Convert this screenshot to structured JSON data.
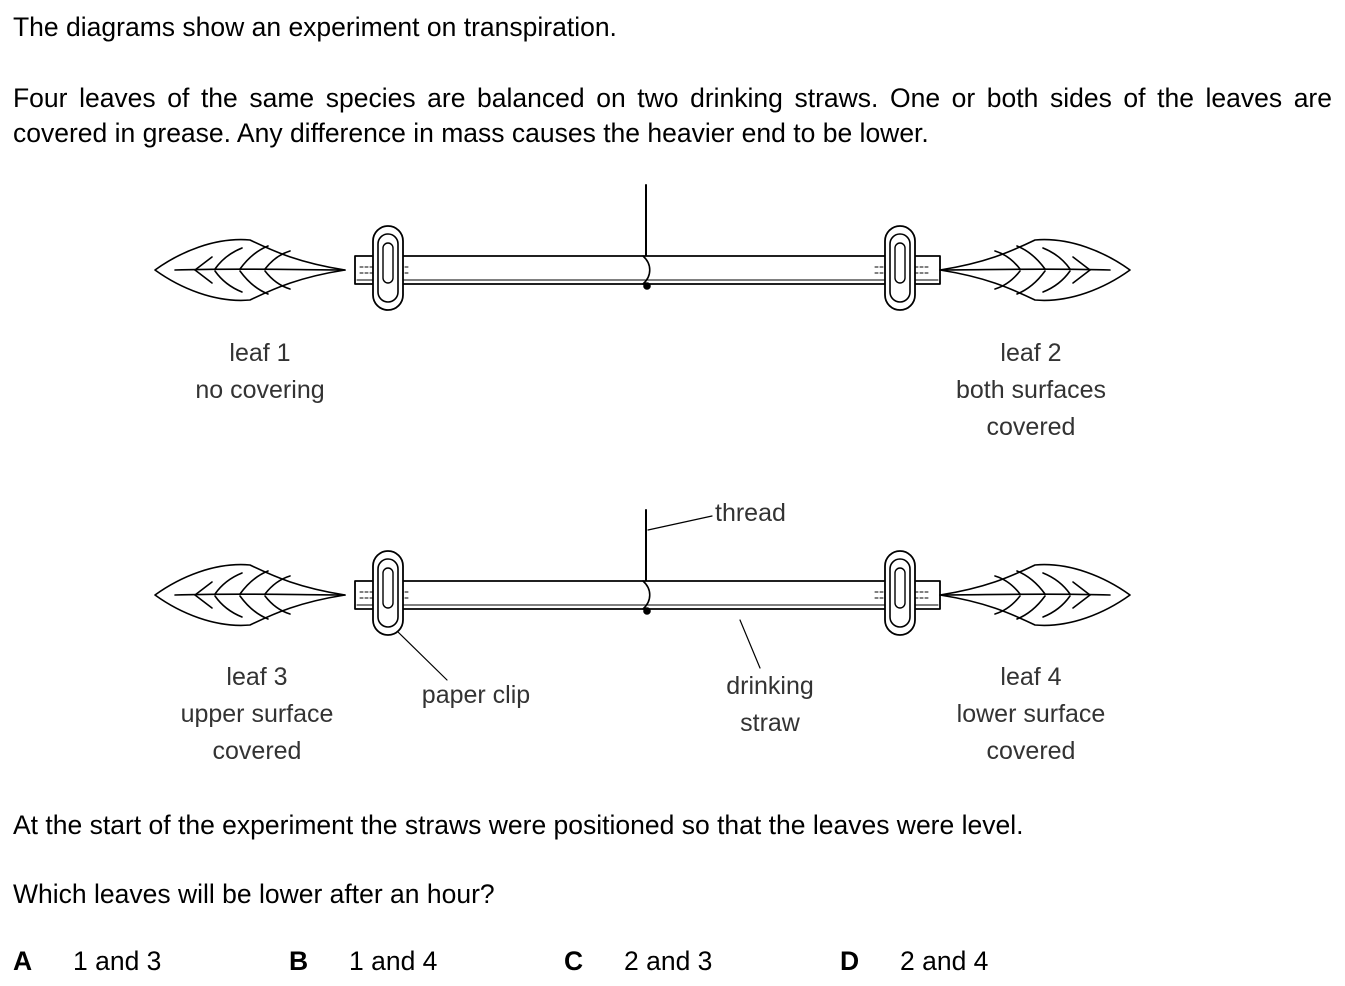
{
  "question": {
    "intro": "The diagrams show an experiment on transpiration.",
    "setup": "Four leaves of the same species are balanced on two drinking straws. One or both sides of the leaves are covered in grease. Any difference in mass causes the heavier end to be lower.",
    "start": "At the start of the experiment the straws were positioned so that the leaves were level.",
    "prompt": "Which leaves will be lower after an hour?"
  },
  "diagram": {
    "leaves": [
      {
        "name": "leaf 1",
        "covering": [
          "no covering"
        ]
      },
      {
        "name": "leaf 2",
        "covering": [
          "both surfaces",
          "covered"
        ]
      },
      {
        "name": "leaf 3",
        "covering": [
          "upper surface",
          "covered"
        ]
      },
      {
        "name": "leaf 4",
        "covering": [
          "lower surface",
          "covered"
        ]
      }
    ],
    "labels": {
      "thread": "thread",
      "paper_clip": "paper clip",
      "straw_line1": "drinking",
      "straw_line2": "straw"
    }
  },
  "options": [
    {
      "letter": "A",
      "text": "1 and 3"
    },
    {
      "letter": "B",
      "text": "1 and 4"
    },
    {
      "letter": "C",
      "text": "2 and 3"
    },
    {
      "letter": "D",
      "text": "2 and 4"
    }
  ]
}
